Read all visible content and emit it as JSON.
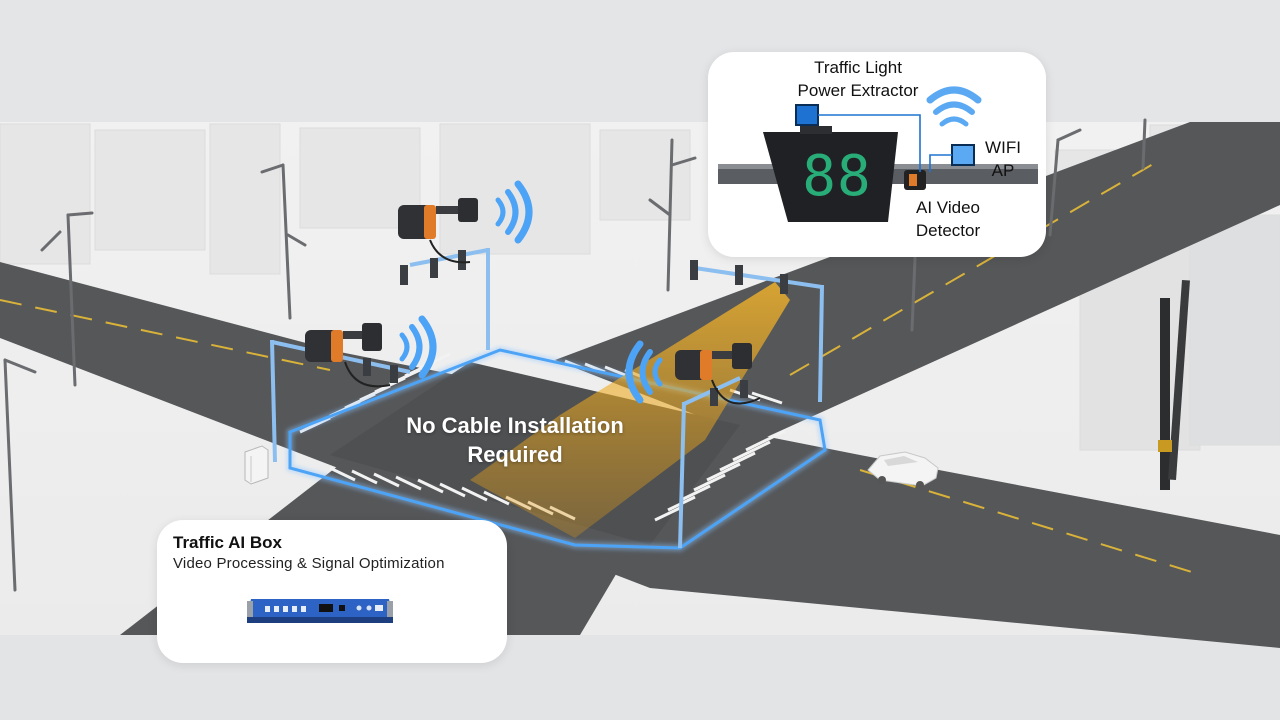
{
  "main_caption": {
    "line1": "No Cable Installation",
    "line2": "Required"
  },
  "top_callout": {
    "power_extractor_line1": "Traffic Light",
    "power_extractor_line2": "Power Extractor",
    "wifi_line1": "WIFI",
    "wifi_line2": "AP",
    "detector_line1": "AI Video",
    "detector_line2": "Detector",
    "countdown_display": "88"
  },
  "ai_box_callout": {
    "title": "Traffic AI Box",
    "subtitle": "Video Processing & Signal Optimization"
  },
  "colors": {
    "accent_blue": "#4da3f5",
    "frame_blue": "#6ab0f0",
    "square_blue": "#1e73d2",
    "wifi_square": "#5aa9f2",
    "beam_orange": "#f0a81e",
    "road": "#555759",
    "ground": "#eeeeee",
    "callout_bg": "#ffffff"
  },
  "icons": {
    "wireless": "wifi-wave-icon",
    "camera": "ai-camera-icon",
    "car": "car-icon",
    "controller": "controller-cabinet-icon",
    "ai_box": "rack-device-icon"
  }
}
